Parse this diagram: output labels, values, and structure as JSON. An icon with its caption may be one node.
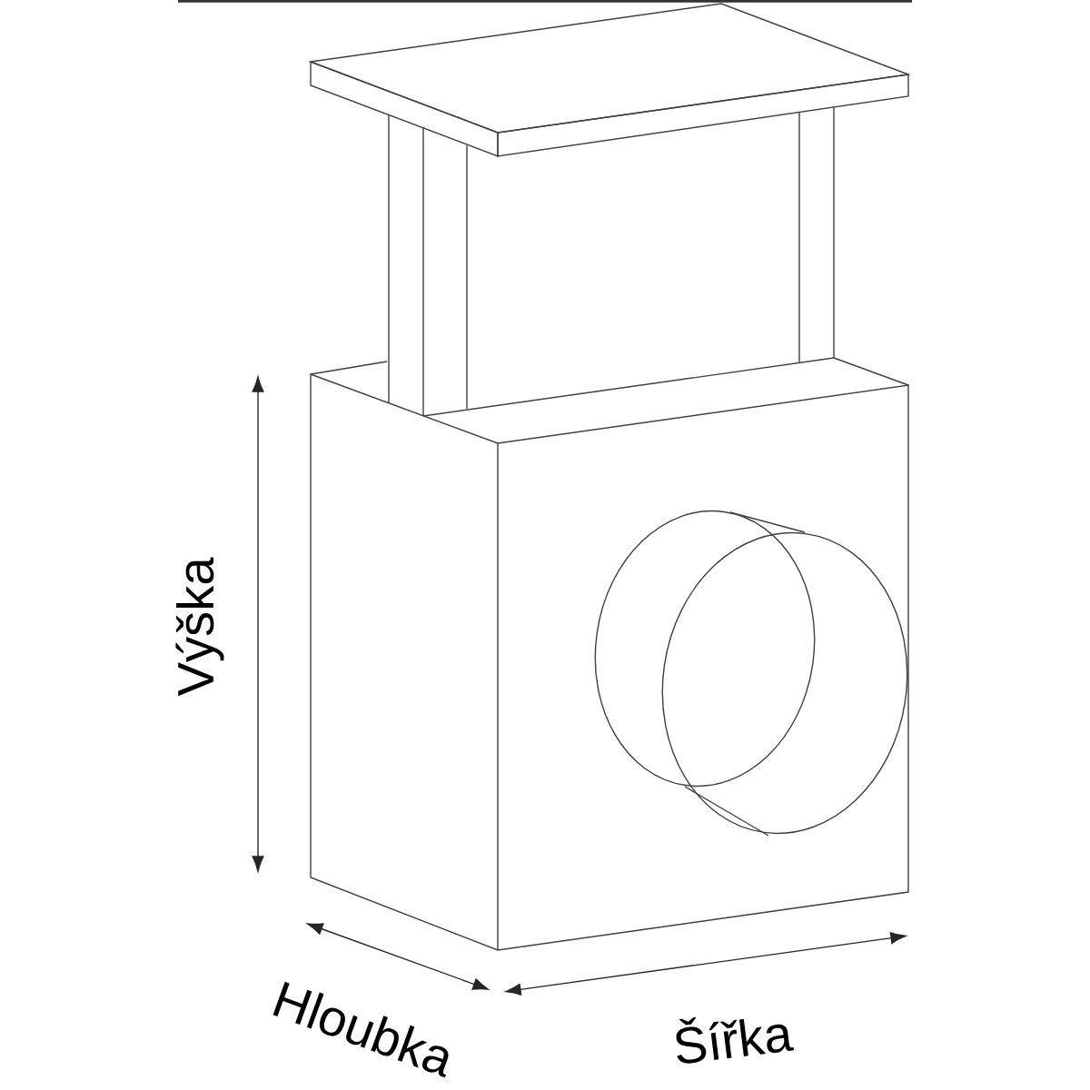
{
  "diagram": {
    "labels": [
      "Výška",
      "Hloubka",
      "Šířka"
    ]
  }
}
